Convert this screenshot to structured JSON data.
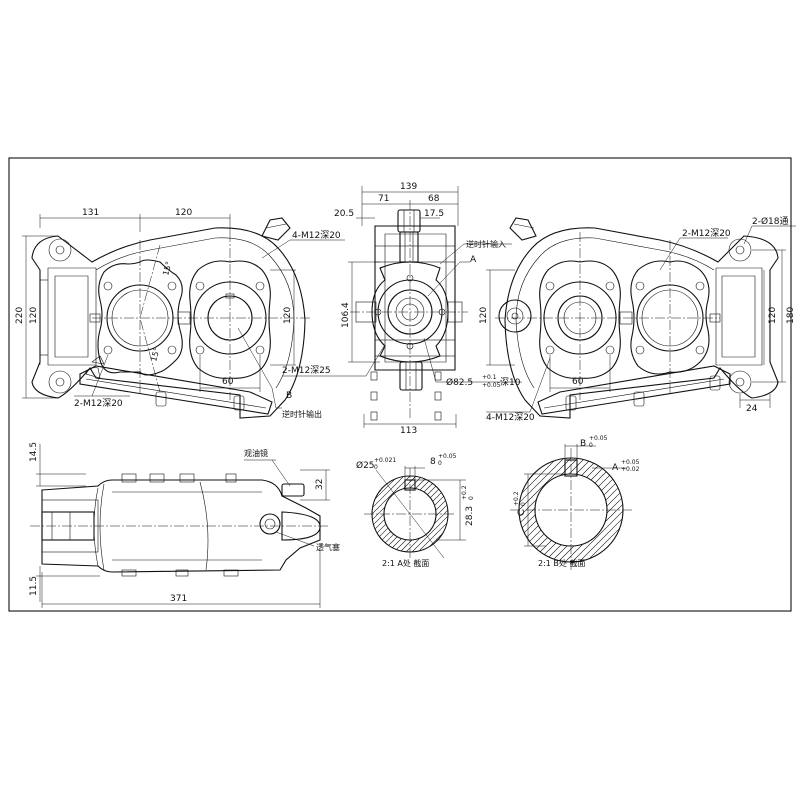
{
  "front_view": {
    "dims": {
      "d131": "131",
      "d120_top": "120",
      "d220": "220",
      "d120_left": "120",
      "d120_right": "120",
      "d60": "60",
      "angle1": "15°",
      "angle2": "15°"
    },
    "labels": {
      "holes_top": "4-M12深20",
      "holes_bottom": "2-M12深20",
      "section_b": "B",
      "output": "逆时针输出"
    }
  },
  "side_view": {
    "dims": {
      "d139": "139",
      "d71": "71",
      "d68": "68",
      "d20_5": "20.5",
      "d17_5": "17.5",
      "d106_4": "106.4",
      "d113": "113",
      "bore": "Ø82.5",
      "bore_tol_up": "+0.1",
      "bore_tol_dn": "+0.05",
      "bore_depth": "深10"
    },
    "labels": {
      "input": "逆时针输入",
      "section_a": "A",
      "holes": "2-M12深25"
    }
  },
  "rear_view": {
    "dims": {
      "d120_left": "120",
      "d120_right": "120",
      "d180": "180",
      "d60": "60",
      "d24": "24"
    },
    "labels": {
      "holes_top": "2-M12深20",
      "through": "2-Ø18通",
      "holes_bottom": "4-M12深20"
    }
  },
  "plan_view": {
    "dims": {
      "d14_5": "14.5",
      "d32": "32",
      "d11_5": "11.5",
      "d371": "371"
    },
    "labels": {
      "sight_glass": "观油镜",
      "breather": "透气塞"
    }
  },
  "section_a": {
    "diameter": "Ø25",
    "diameter_tol_up": "+0.021",
    "diameter_tol_dn": "0",
    "key": "8",
    "key_tol_up": "+0.05",
    "key_tol_dn": "0",
    "depth": "28.3",
    "depth_tol_up": "+0.2",
    "depth_tol_dn": "0",
    "caption": "2:1 A处 截面"
  },
  "section_b": {
    "b_label": "B",
    "b_tol_up": "+0.05",
    "b_tol_dn": "0",
    "a_label": "A",
    "a_tol_up": "+0.05",
    "a_tol_dn": "+0.02",
    "c_label": "C",
    "c_tol_up": "+0.2",
    "c_tol_dn": "0",
    "caption": "2:1 B处 截面"
  }
}
